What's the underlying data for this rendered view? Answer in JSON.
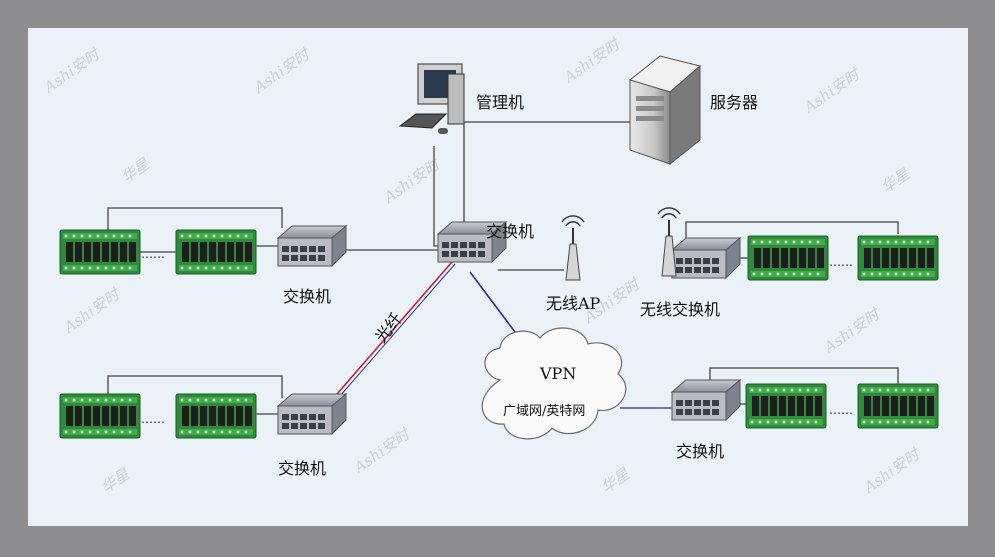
{
  "labels": {
    "mgmt_pc": "管理机",
    "server": "服务器",
    "core_switch": "交换机",
    "wireless_ap": "无线AP",
    "wireless_switch": "无线交换机",
    "left_switch_top": "交换机",
    "left_switch_bottom": "交换机",
    "right_switch": "交换机",
    "fiber": "光纤",
    "vpn": "VPN",
    "wan": "广域网/英特网",
    "dots": "……"
  },
  "watermark": {
    "brand": "Ashi安时",
    "brand2": "华星"
  },
  "colors": {
    "background": "#eaf1f7",
    "frame": "#8e8e90",
    "fiber_red": "#c0213a",
    "vpn_blue": "#2a2ea0",
    "board_green": "#2e8b3a",
    "relay_black": "#1e1e1e"
  }
}
